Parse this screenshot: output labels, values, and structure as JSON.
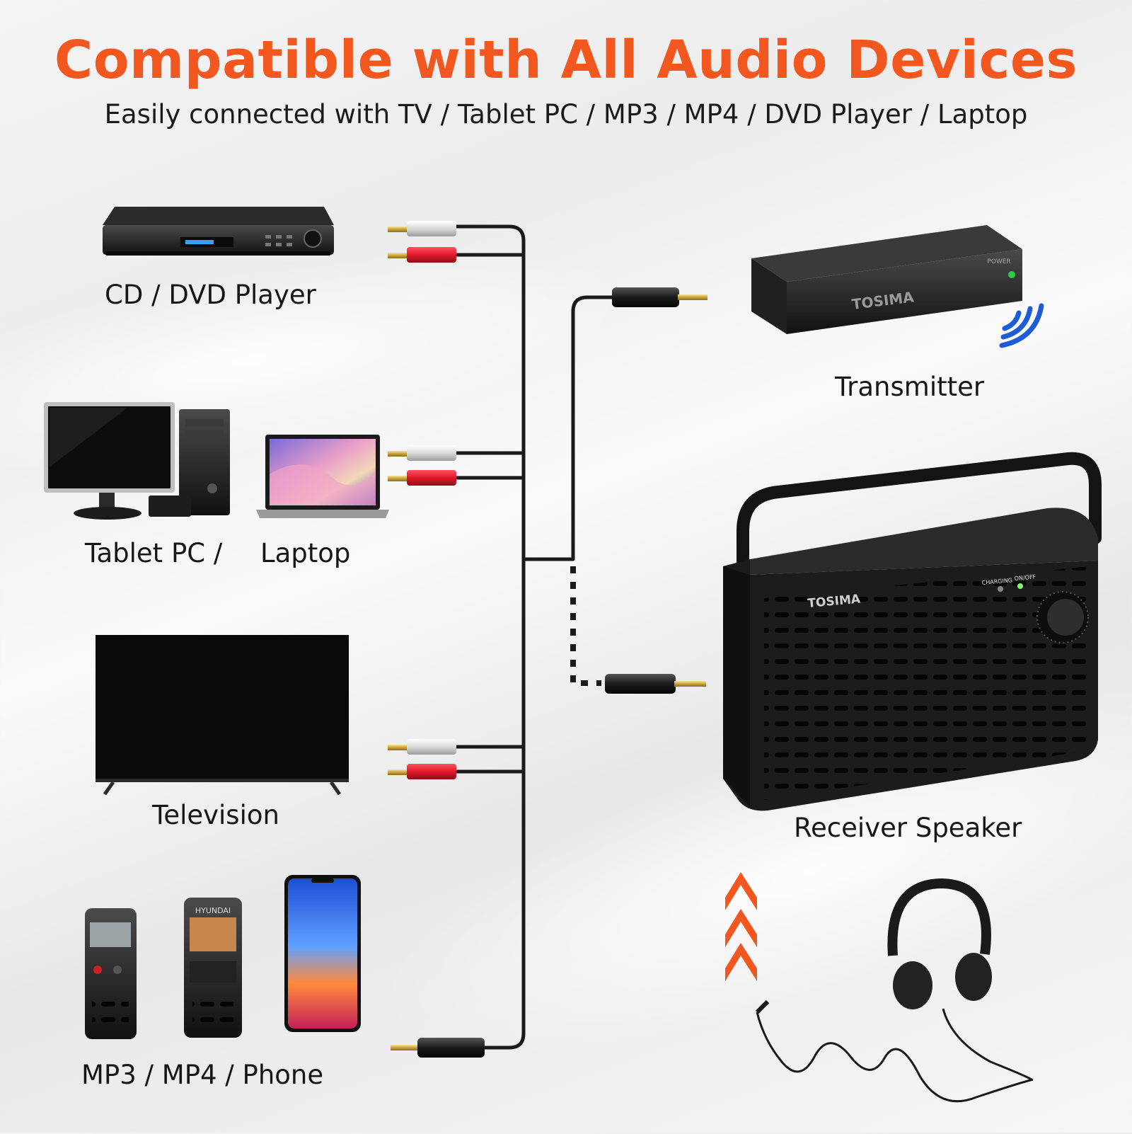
{
  "title": "Compatible with All Audio Devices",
  "subtitle": "Easily connected with TV / Tablet PC / MP3 / MP4 / DVD Player / Laptop",
  "devices": {
    "dvd": "CD / DVD Player",
    "computers_a": "Tablet PC /",
    "computers_b": "Laptop",
    "tv": "Television",
    "portable": "MP3 / MP4 / Phone"
  },
  "transmitter": {
    "label": "Transmitter",
    "brand": "TOSIMA",
    "power_label": "POWER"
  },
  "receiver": {
    "label": "Receiver Speaker",
    "brand": "TOSIMA",
    "charging_label": "CHARGING",
    "onoff_label": "ON/OFF"
  },
  "phone_brand": "HYUNDAI",
  "colors": {
    "accent": "#f2571f",
    "cable": "#1a1a1a",
    "rca_red": "#e01a2a",
    "rca_white": "#e6e6e6",
    "wireless": "#1e5bd8"
  }
}
